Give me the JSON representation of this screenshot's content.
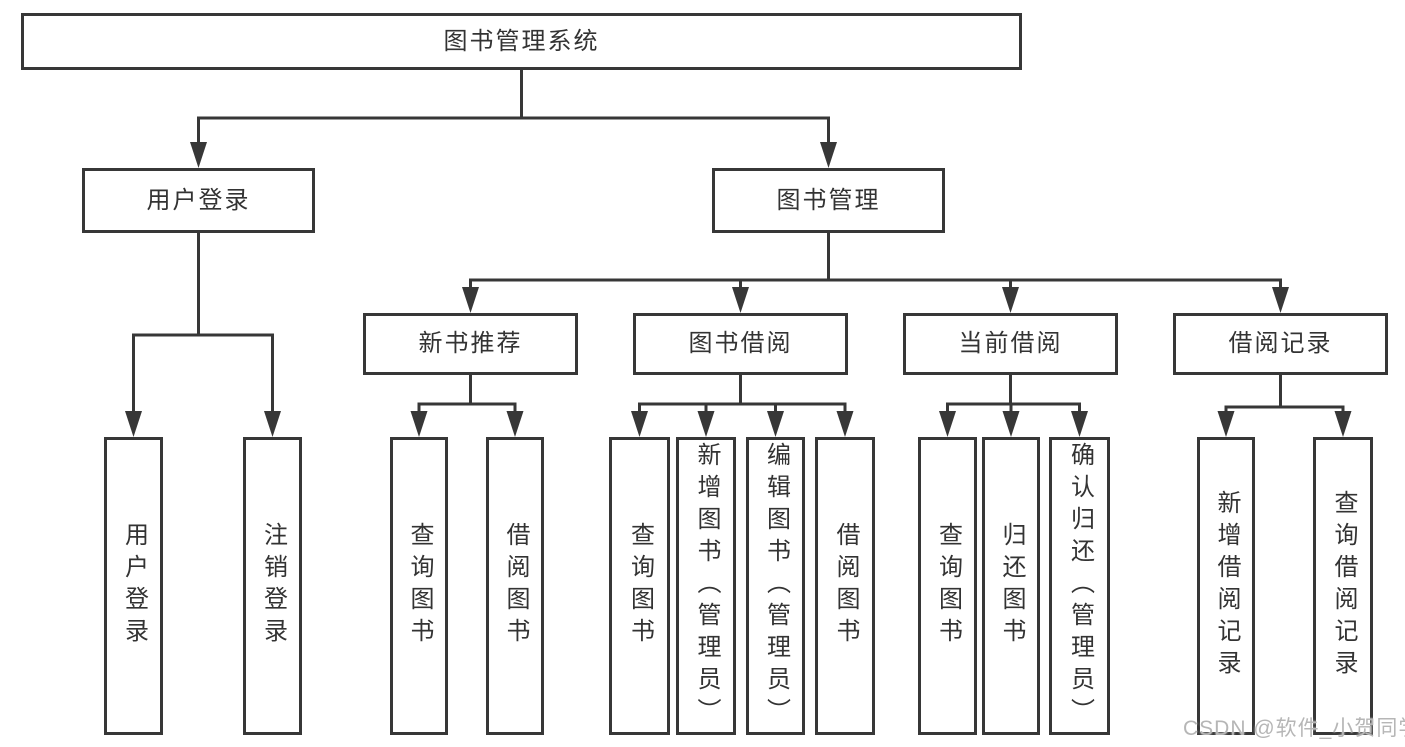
{
  "diagram": {
    "type": "hierarchy-tree",
    "nodes": {
      "root": "图书管理系统",
      "l1": [
        "用户登录",
        "图书管理"
      ],
      "l2": [
        "新书推荐",
        "图书借阅",
        "当前借阅",
        "借阅记录"
      ],
      "leaves": [
        "用户登录",
        "注销登录",
        "查询图书",
        "借阅图书",
        "查询图书",
        "新增图书（管理员）",
        "编辑图书（管理员）",
        "借阅图书",
        "查询图书",
        "归还图书",
        "确认归还（管理员）",
        "新增借阅记录",
        "查询借阅记录"
      ]
    },
    "hierarchy": {
      "图书管理系统": [
        "用户登录",
        "图书管理"
      ],
      "用户登录": [
        "用户登录",
        "注销登录"
      ],
      "图书管理": [
        "新书推荐",
        "图书借阅",
        "当前借阅",
        "借阅记录"
      ],
      "新书推荐": [
        "查询图书",
        "借阅图书"
      ],
      "图书借阅": [
        "查询图书",
        "新增图书（管理员）",
        "编辑图书（管理员）",
        "借阅图书"
      ],
      "当前借阅": [
        "查询图书",
        "归还图书",
        "确认归还（管理员）"
      ],
      "借阅记录": [
        "新增借阅记录",
        "查询借阅记录"
      ]
    },
    "colors": {
      "line": "#373737",
      "text": "#333333",
      "box_fill": "#ffffff",
      "background": "#ffffff",
      "watermark": "#b6b6b6"
    }
  },
  "watermark": {
    "text": "CSDN @软件_小贺同学"
  }
}
